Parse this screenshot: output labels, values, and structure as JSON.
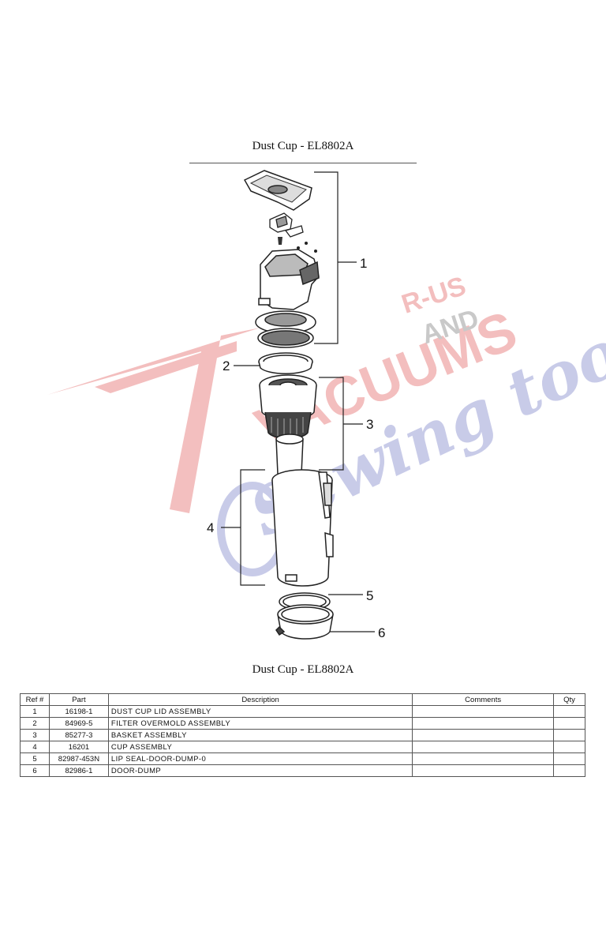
{
  "document": {
    "title_top": "Dust Cup - EL8802A",
    "title_bottom": "Dust Cup - EL8802A"
  },
  "diagram": {
    "ref_labels": [
      "1",
      "2",
      "3",
      "4",
      "5",
      "6"
    ],
    "watermark": {
      "brand_letters": "VACUUMS",
      "line2": "R-US",
      "line3": "AND",
      "line4": "Sewing too",
      "colors": {
        "red": "#f2b8b8",
        "gray": "#c4c4c4",
        "blue": "#c3c6e6"
      }
    }
  },
  "parts_table": {
    "headers": [
      "Ref #",
      "Part",
      "Description",
      "Comments",
      "Qty"
    ],
    "rows": [
      {
        "ref": "1",
        "part": "16198-1",
        "description": "DUST CUP LID ASSEMBLY",
        "comments": "",
        "qty": ""
      },
      {
        "ref": "2",
        "part": "84969-5",
        "description": "FILTER OVERMOLD ASSEMBLY",
        "comments": "",
        "qty": ""
      },
      {
        "ref": "3",
        "part": "85277-3",
        "description": "BASKET ASSEMBLY",
        "comments": "",
        "qty": ""
      },
      {
        "ref": "4",
        "part": "16201",
        "description": "CUP ASSEMBLY",
        "comments": "",
        "qty": ""
      },
      {
        "ref": "5",
        "part": "82987-453N",
        "description": "LIP SEAL-DOOR-DUMP-0",
        "comments": "",
        "qty": ""
      },
      {
        "ref": "6",
        "part": "82986-1",
        "description": "DOOR-DUMP",
        "comments": "",
        "qty": ""
      }
    ]
  }
}
